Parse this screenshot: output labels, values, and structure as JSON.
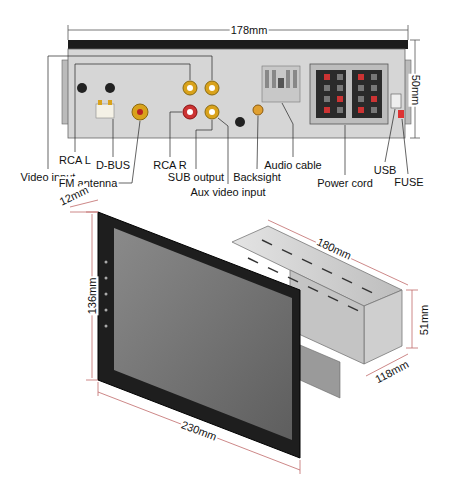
{
  "diagram": {
    "labels": [
      "178mm",
      "50mm",
      "Video input",
      "RCA L",
      "D-BUS",
      "FM antenna",
      "RCA R",
      "SUB output",
      "Aux video input",
      "Backsight",
      "Audio cable",
      "Power cord",
      "USB",
      "FUSE",
      "12mm",
      "136mm",
      "180mm",
      "51mm",
      "118mm",
      "230mm"
    ]
  }
}
